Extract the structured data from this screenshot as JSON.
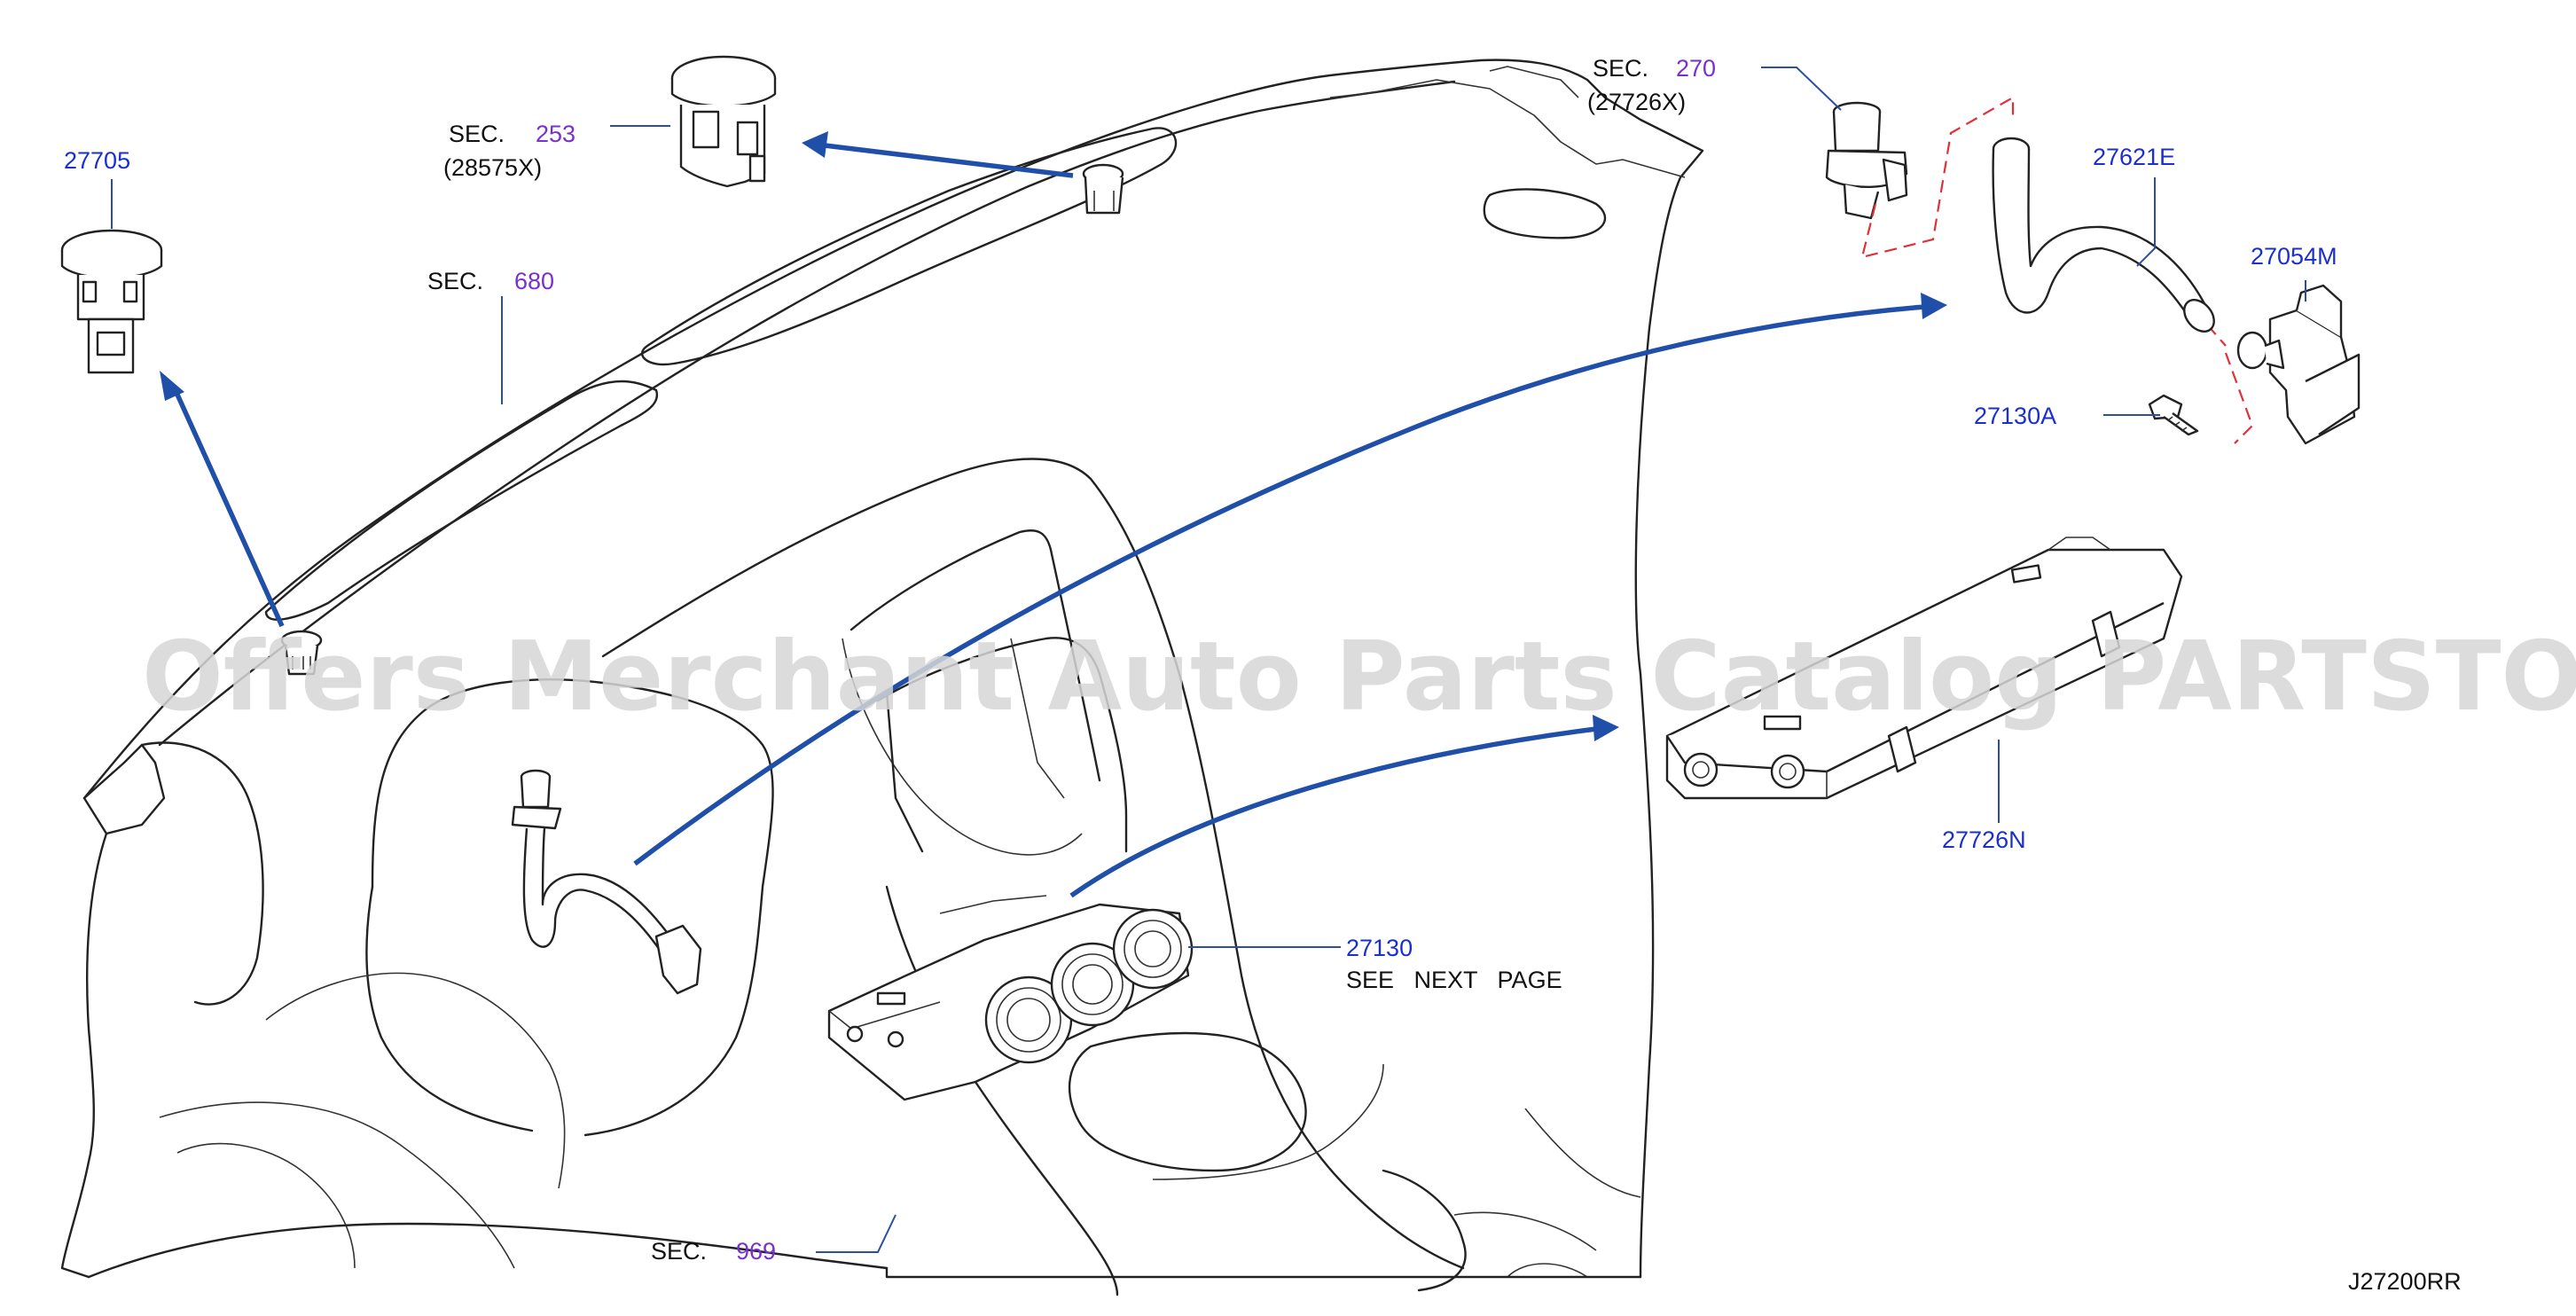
{
  "watermark": "Offers Merchant Auto Parts Catalog PARTSTORE.SA",
  "diagram_code": "J27200RR",
  "callouts": {
    "p27705": "27705",
    "sec253_prefix": "SEC.",
    "sec253_num": "253",
    "sec253_sub": "(28575X)",
    "sec680_prefix": "SEC.",
    "sec680_num": "680",
    "sec270_prefix": "SEC.",
    "sec270_num": "270",
    "sec270_sub": "(27726X)",
    "p27621E": "27621E",
    "p27054M": "27054M",
    "p27130A": "27130A",
    "p27726N": "27726N",
    "p27130": "27130",
    "p27130_note": "SEE   NEXT   PAGE",
    "sec969_prefix": "SEC.",
    "sec969_num": "969"
  },
  "colors": {
    "part_number": "#1a2fd0",
    "section_ref": "#7a2fcf",
    "arrow": "#1f4fa8",
    "dashed_link": "#e0303a",
    "line_art": "#222222"
  }
}
